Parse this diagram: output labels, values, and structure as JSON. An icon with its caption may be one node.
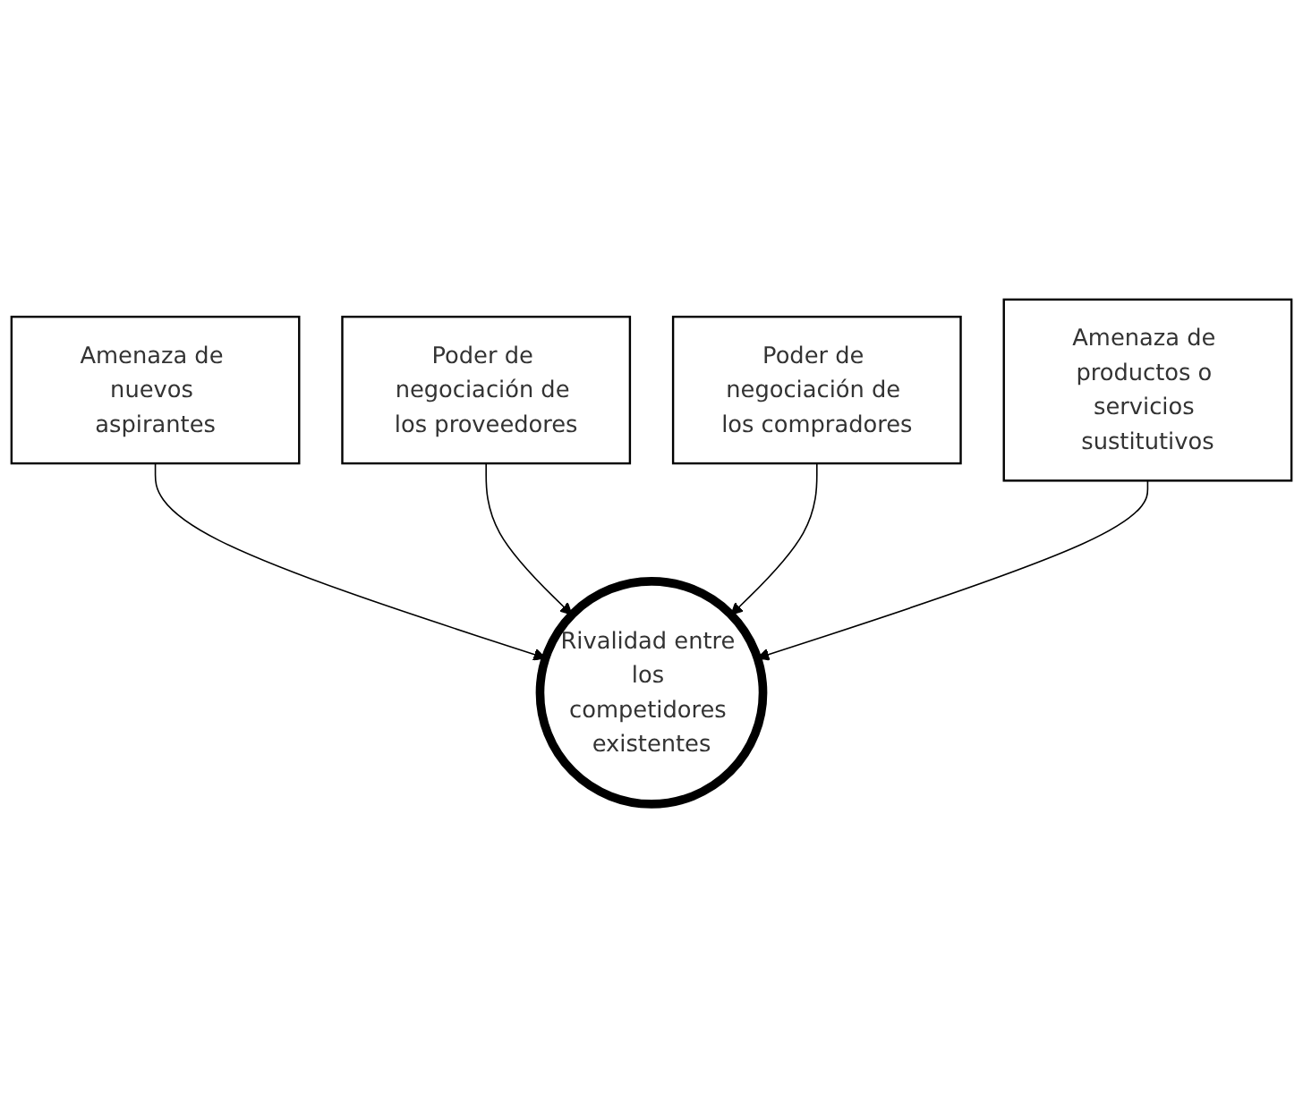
{
  "diagram": {
    "nodes": [
      {
        "text": [
          "Amenaza de nuevos aspirantes"
        ]
      },
      {
        "text": [
          "Poder de negociación de los proveedores"
        ]
      },
      {
        "text": [
          "Rivalidad entre los competidores existentes"
        ]
      },
      {
        "text": [
          "Poder de negociación de los compradores"
        ]
      },
      {
        "text": [
          "Amenaza de productos o servicios sustitutivos"
        ]
      }
    ],
    "edges": [
      {
        "from": 0,
        "to": 2,
        "arrow": "to"
      },
      {
        "from": 1,
        "to": 2,
        "arrow": "to"
      },
      {
        "from": 3,
        "to": 2,
        "arrow": "to"
      },
      {
        "from": 4,
        "to": 2,
        "arrow": "to"
      }
    ]
  }
}
